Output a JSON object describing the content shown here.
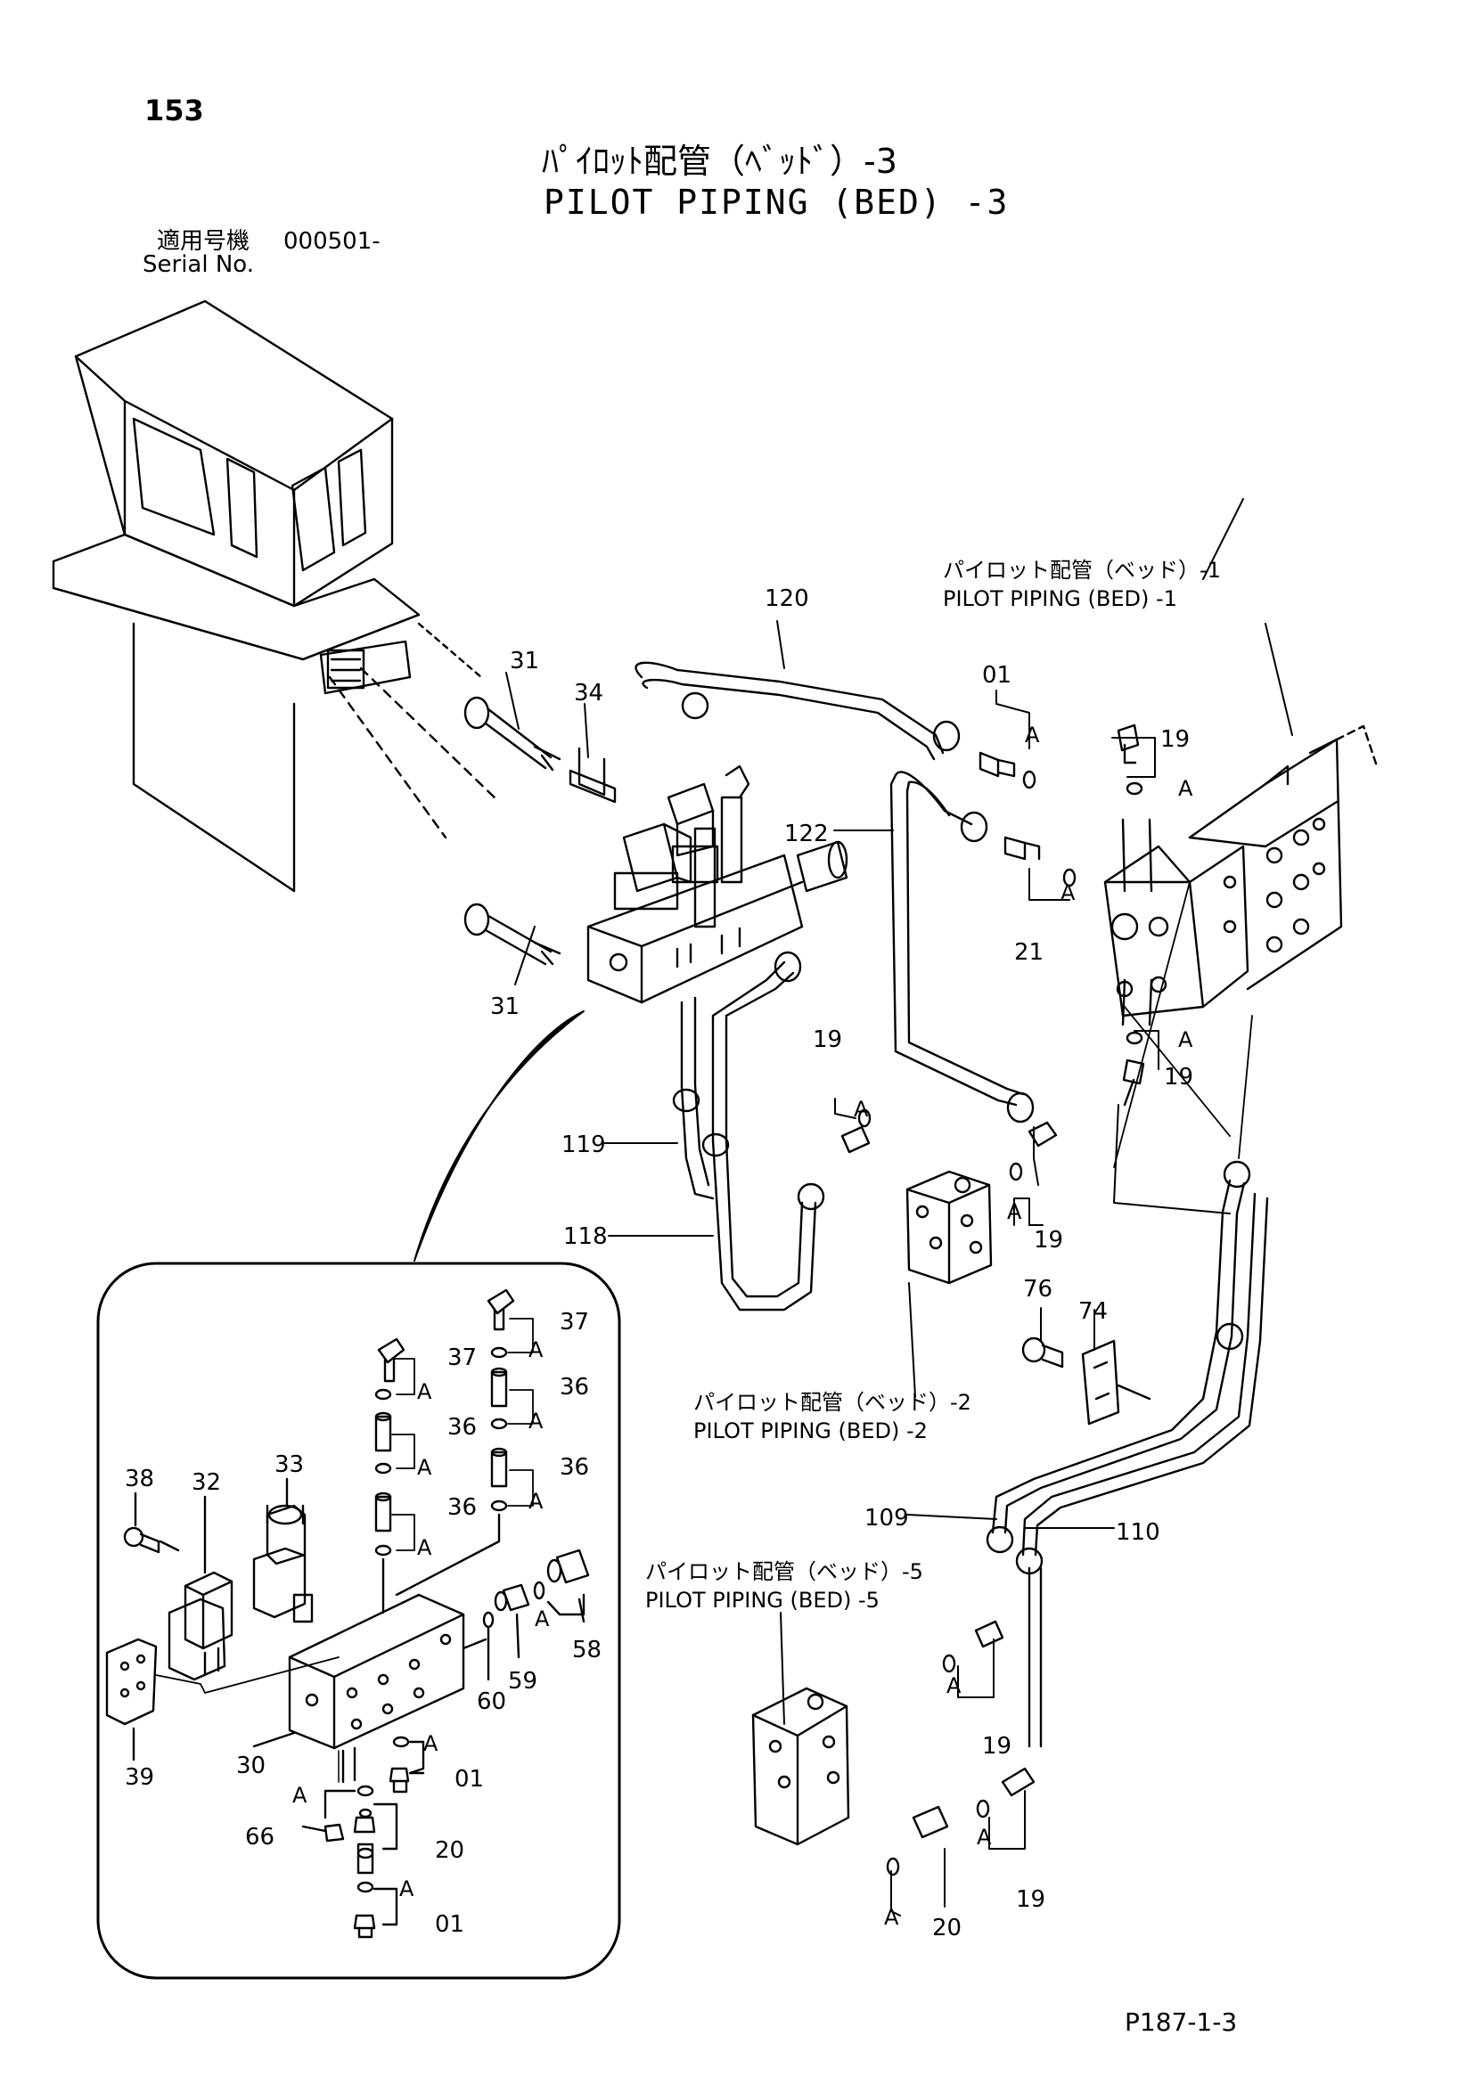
{
  "page": {
    "number": "153",
    "title_jp": "ﾊﾟｲﾛｯﾄ配管（ﾍﾞｯﾄﾞ）-3",
    "title_en": "PILOT PIPING (BED) -3",
    "serial_label_jp": "適用号機",
    "serial_value": "000501-",
    "serial_label_en": "Serial No.",
    "footer_code": "P187-1-3"
  },
  "references": [
    {
      "jp": "パイロット配管（ベッド）-1",
      "en": "PILOT PIPING (BED) -1"
    },
    {
      "jp": "パイロット配管（ベッド）-2",
      "en": "PILOT PIPING (BED) -2"
    },
    {
      "jp": "パイロット配管（ベッド）-5",
      "en": "PILOT PIPING (BED) -5"
    }
  ],
  "callouts": {
    "main": [
      "120",
      "31",
      "34",
      "01",
      "19",
      "122",
      "21",
      "31",
      "19",
      "19",
      "119",
      "118",
      "19",
      "76",
      "74",
      "109",
      "110",
      "19",
      "19",
      "20"
    ],
    "inset": [
      "37",
      "37",
      "36",
      "36",
      "36",
      "36",
      "33",
      "38",
      "32",
      "58",
      "59",
      "60",
      "39",
      "30",
      "01",
      "66",
      "20",
      "01"
    ]
  },
  "connection_mark": "A"
}
